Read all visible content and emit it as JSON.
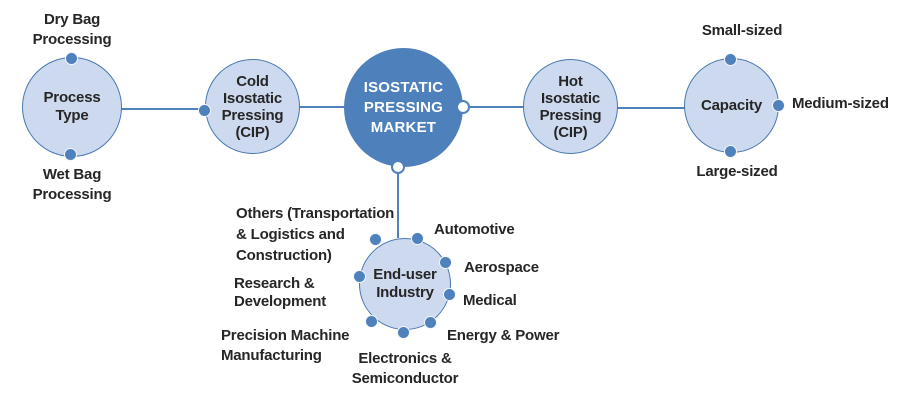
{
  "title": "Isostatic Pressing Market segmentation diagram",
  "colors": {
    "accent": "#4f81bd",
    "light_fill": "#cdd9ee",
    "dark_fill": "#4e80bc",
    "text": "#262626"
  },
  "market": {
    "label": "ISOSTATIC\nPRESSING\nMARKET"
  },
  "process_type": {
    "label": "Process\nType",
    "top": "Dry Bag\nProcessing",
    "bottom": "Wet Bag\nProcessing"
  },
  "cold": {
    "label": "Cold\nIsostatic\nPressing\n(CIP)"
  },
  "hot": {
    "label": "Hot\nIsostatic\nPressing\n(CIP)"
  },
  "capacity": {
    "label": "Capacity",
    "top": "Small-sized",
    "right": "Medium-sized",
    "bottom": "Large-sized"
  },
  "end_user": {
    "label": "End-user\nIndustry",
    "others": "Others (Transportation\n& Logistics and\nConstruction)",
    "research": "Research &\nDevelopment",
    "precision": "Precision Machine\nManufacturing",
    "automotive": "Automotive",
    "aerospace": "Aerospace",
    "medical": "Medical",
    "energy": "Energy & Power",
    "electronics": "Electronics &\nSemiconductor"
  }
}
